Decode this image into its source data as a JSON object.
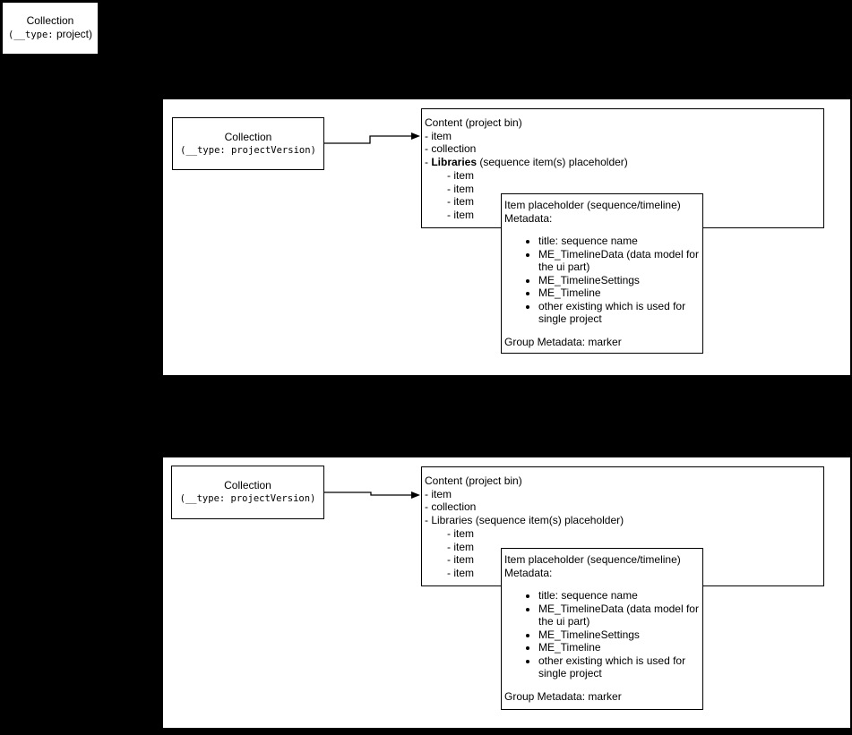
{
  "diagram": {
    "background_color": "#000000",
    "shape_fill_color": "#ffffff",
    "line_color": "#000000"
  },
  "project_box": {
    "title": "Collection",
    "type_prefix": "(__type:",
    "type_value": " project)"
  },
  "panels": [
    {
      "collection_box": {
        "title": "Collection",
        "subtitle": "(__type: projectVersion)"
      },
      "content_box": {
        "title": "Content (project bin)",
        "item_line": "- item",
        "collection_line": "- collection",
        "libraries_dash": "- ",
        "libraries_word": "Libraries",
        "libraries_suffix": " (sequence item(s) placeholder)",
        "sub_items": [
          "- item",
          "- item",
          "- item",
          "- item"
        ]
      },
      "item_box": {
        "title": "Item placeholder (sequence/timeline)",
        "subtitle": "Metadata:",
        "bullets": [
          "title: sequence name",
          "ME_TimelineData (data model for the ui part)",
          "ME_TimelineSettings",
          "ME_Timeline",
          "other existing which is used for single project"
        ],
        "footer": "Group Metadata: marker"
      }
    },
    {
      "collection_box": {
        "title": "Collection",
        "subtitle": "(__type: projectVersion)"
      },
      "content_box": {
        "title": "Content (project bin)",
        "item_line": "- item",
        "collection_line": "- collection",
        "libraries_dash": "- ",
        "libraries_word": "Libraries",
        "libraries_suffix": " (sequence item(s) placeholder)",
        "sub_items": [
          "- item",
          "- item",
          "- item",
          "- item"
        ]
      },
      "item_box": {
        "title": "Item placeholder (sequence/timeline)",
        "subtitle": "Metadata:",
        "bullets": [
          "title: sequence name",
          "ME_TimelineData (data model for the ui part)",
          "ME_TimelineSettings",
          "ME_Timeline",
          "other existing which is used for single project"
        ],
        "footer": "Group Metadata: marker"
      }
    }
  ]
}
